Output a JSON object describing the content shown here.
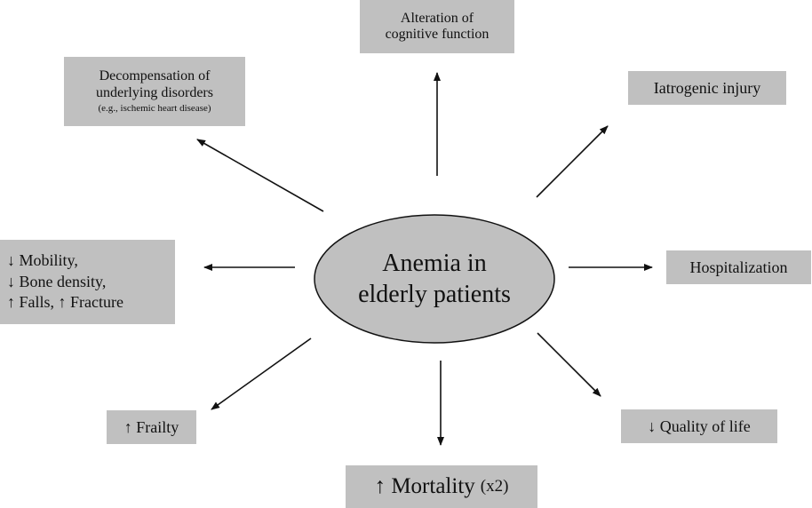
{
  "center": {
    "line1": "Anemia in",
    "line2": "elderly patients"
  },
  "nodes": {
    "cognitive": {
      "line1": "Alteration of",
      "line2": "cognitive function"
    },
    "iatrogenic": {
      "label": "Iatrogenic injury"
    },
    "decompensation": {
      "line1": "Decompensation of",
      "line2": "underlying disorders",
      "line3": "(e.g., ischemic heart disease)"
    },
    "hospitalization": {
      "label": "Hospitalization"
    },
    "mobility": {
      "line1": "↓ Mobility,",
      "line2": "↓ Bone density,",
      "line3": "↑ Falls, ↑ Fracture"
    },
    "quality": {
      "label": "↓ Quality of life"
    },
    "frailty": {
      "label": "↑ Frailty"
    },
    "mortality": {
      "label": "↑ Mortality",
      "suffix": "(x2)"
    }
  },
  "colors": {
    "box_fill": "#c0c0c0",
    "ellipse_fill": "#c0c0c0",
    "line": "#111111"
  }
}
